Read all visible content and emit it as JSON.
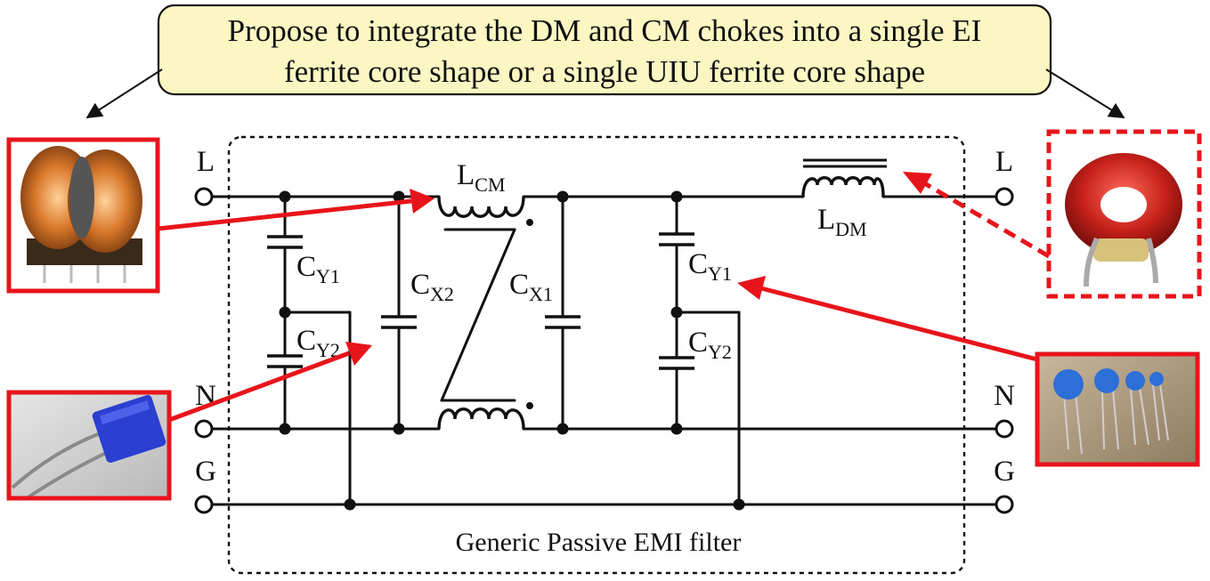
{
  "title": {
    "line1": "Propose to integrate the DM and CM chokes into a single EI",
    "line2": "ferrite core shape or a single UIU ferrite core shape"
  },
  "caption": "Generic Passive EMI filter",
  "terminals": {
    "left": {
      "l": "L",
      "n": "N",
      "g": "G"
    },
    "right": {
      "l": "L",
      "n": "N",
      "g": "G"
    }
  },
  "components": {
    "lcm": {
      "main": "L",
      "sub": "CM"
    },
    "ldm": {
      "main": "L",
      "sub": "DM"
    },
    "cy1_left": {
      "main": "C",
      "sub": "Y1"
    },
    "cy2_left": {
      "main": "C",
      "sub": "Y2"
    },
    "cx2": {
      "main": "C",
      "sub": "X2"
    },
    "cx1": {
      "main": "C",
      "sub": "X1"
    },
    "cy1_right": {
      "main": "C",
      "sub": "Y1"
    },
    "cy2_right": {
      "main": "C",
      "sub": "Y2"
    }
  },
  "colors": {
    "callout_fill": "#fbf6c2",
    "highlight_red": "#e8141b",
    "wire": "#111111"
  },
  "photos": {
    "top_left": "cm-choke-photo",
    "bottom_left": "film-capacitor-photo",
    "top_right": "toroidal-dm-inductor-photo",
    "bottom_right": "ceramic-capacitors-photo"
  }
}
